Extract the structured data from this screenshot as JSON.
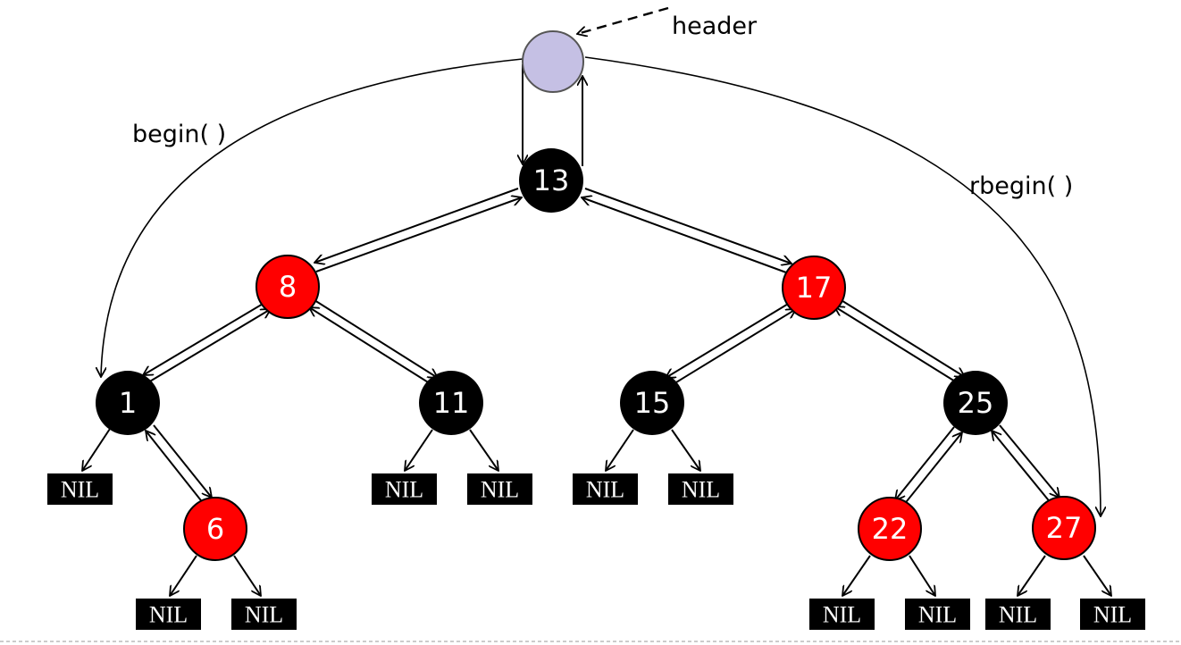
{
  "labels": {
    "header": "header",
    "begin": "begin( )",
    "rbegin": "rbegin( )"
  },
  "colors": {
    "red": "#ff0000",
    "black": "#000000",
    "header_fill": "#c5c0e4",
    "header_stroke": "#555555"
  },
  "nodes": {
    "n13": {
      "value": "13",
      "color": "black"
    },
    "n8": {
      "value": "8",
      "color": "red"
    },
    "n17": {
      "value": "17",
      "color": "red"
    },
    "n1": {
      "value": "1",
      "color": "black"
    },
    "n11": {
      "value": "11",
      "color": "black"
    },
    "n15": {
      "value": "15",
      "color": "black"
    },
    "n25": {
      "value": "25",
      "color": "black"
    },
    "n6": {
      "value": "6",
      "color": "red"
    },
    "n22": {
      "value": "22",
      "color": "red"
    },
    "n27": {
      "value": "27",
      "color": "red"
    }
  },
  "nil_label": "NIL"
}
